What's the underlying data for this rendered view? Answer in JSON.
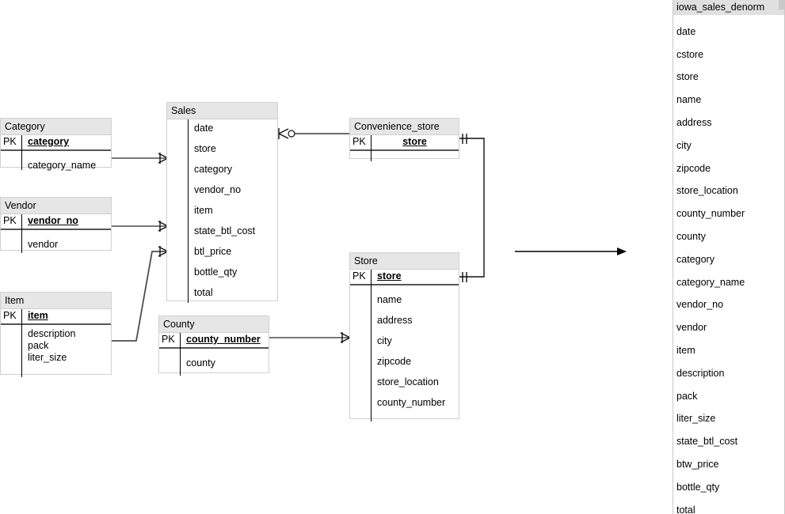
{
  "diagram": {
    "kind": "entity-relationship-diagram",
    "entities": [
      {
        "id": "category",
        "title": "Category",
        "pk_label": "PK",
        "pk_field": "category",
        "fields": [
          "category_name"
        ]
      },
      {
        "id": "vendor",
        "title": "Vendor",
        "pk_label": "PK",
        "pk_field": "vendor_no",
        "fields": [
          "vendor"
        ]
      },
      {
        "id": "item",
        "title": "Item",
        "pk_label": "PK",
        "pk_field": "item",
        "fields": [
          "description",
          "pack",
          "liter_size"
        ]
      },
      {
        "id": "sales",
        "title": "Sales",
        "pk_label": "",
        "pk_field": "",
        "fields": [
          "date",
          "store",
          "category",
          "vendor_no",
          "item",
          "state_btl_cost",
          "btl_price",
          "bottle_qty",
          "total"
        ]
      },
      {
        "id": "county",
        "title": "County",
        "pk_label": "PK",
        "pk_field": "county_number",
        "fields": [
          "county"
        ]
      },
      {
        "id": "convenience_store",
        "title": "Convenience_store",
        "pk_label": "PK",
        "pk_field": "store",
        "fields": []
      },
      {
        "id": "store",
        "title": "Store",
        "pk_label": "PK",
        "pk_field": "store",
        "fields": [
          "name",
          "address",
          "city",
          "zipcode",
          "store_location",
          "county_number"
        ]
      }
    ]
  },
  "denorm_panel": {
    "header": "iowa_sales_denorm",
    "fields": [
      "date",
      "cstore",
      "store",
      "name",
      "address",
      "city",
      "zipcode",
      "store_location",
      "county_number",
      "county",
      "category",
      "category_name",
      "vendor_no",
      "vendor",
      "item",
      "description",
      "pack",
      "liter_size",
      "state_btl_cost",
      "btw_price",
      "bottle_qty",
      "total"
    ]
  },
  "colors": {
    "header_fill": "#e6e6e6",
    "panel_header_fill": "#e0e0e0",
    "box_border": "#d0d0d0",
    "line": "#4d4d4d",
    "text": "#000000"
  }
}
